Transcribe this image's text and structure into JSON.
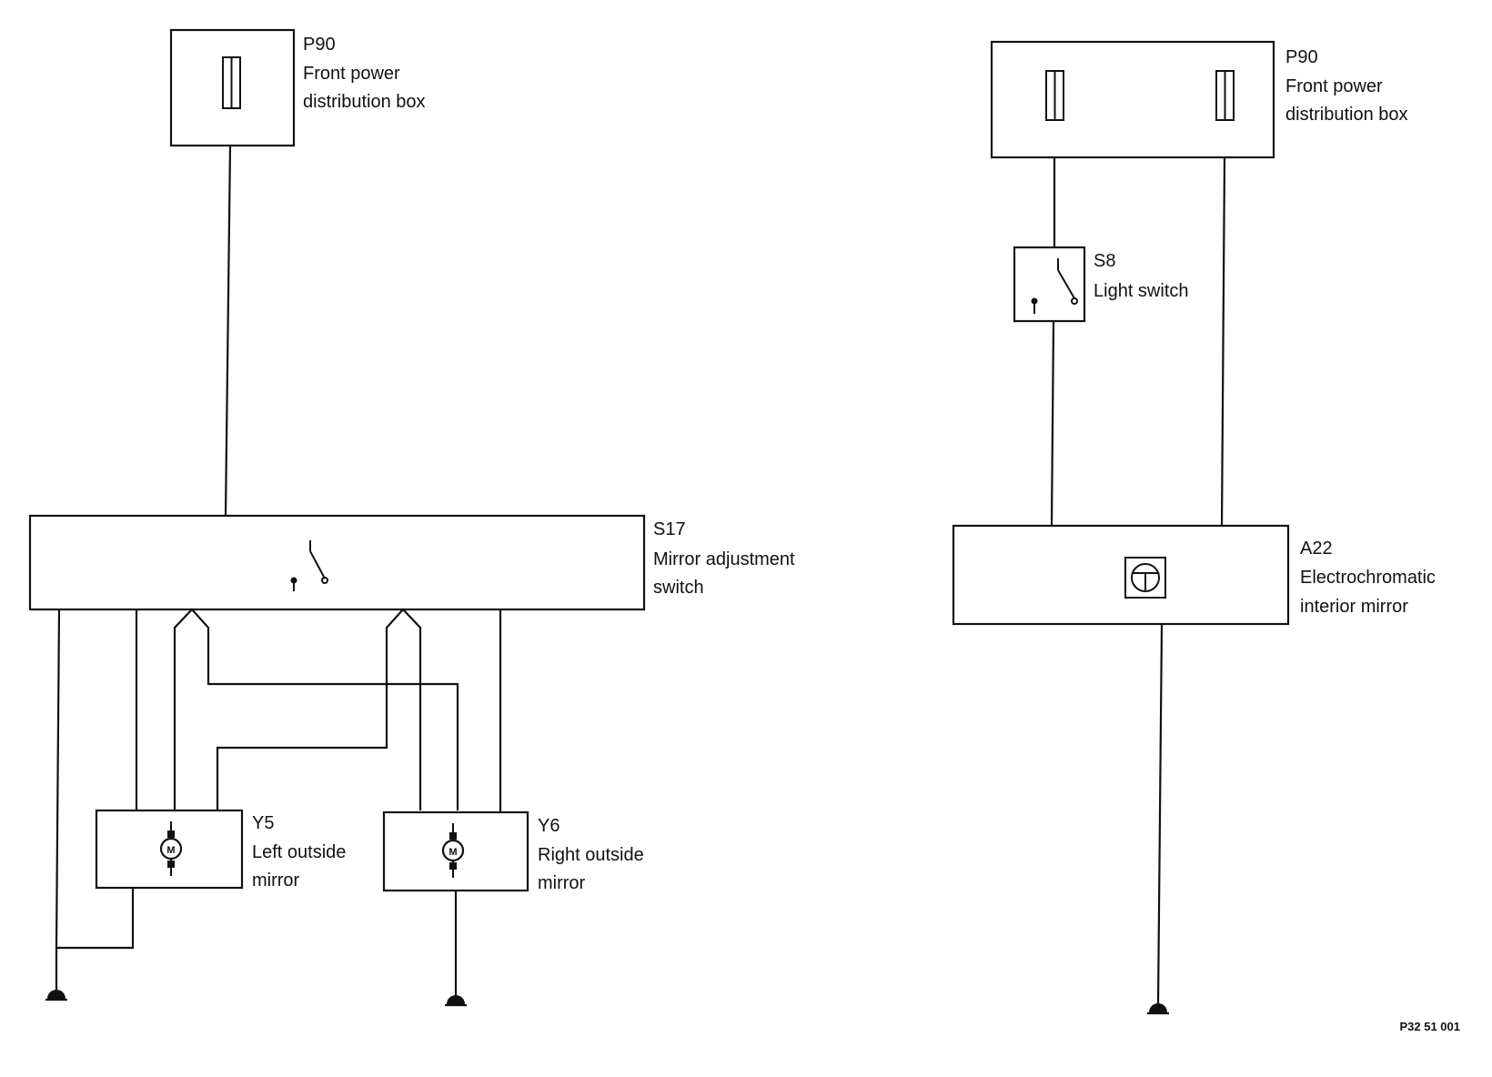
{
  "left_circuit": {
    "p90": {
      "code": "P90",
      "line1": "Front power",
      "line2": "distribution box"
    },
    "s17": {
      "code": "S17",
      "line1": "Mirror adjustment",
      "line2": "switch"
    },
    "y5": {
      "code": "Y5",
      "line1": "Left outside",
      "line2": "mirror",
      "motor_letter": "M"
    },
    "y6": {
      "code": "Y6",
      "line1": "Right outside",
      "line2": "mirror",
      "motor_letter": "M"
    }
  },
  "right_circuit": {
    "p90": {
      "code": "P90",
      "line1": "Front power",
      "line2": "distribution box"
    },
    "s8": {
      "code": "S8",
      "line1": "Light switch"
    },
    "a22": {
      "code": "A22",
      "line1": "Electrochromatic",
      "line2": "interior mirror"
    }
  },
  "reference": "P32 51 001"
}
